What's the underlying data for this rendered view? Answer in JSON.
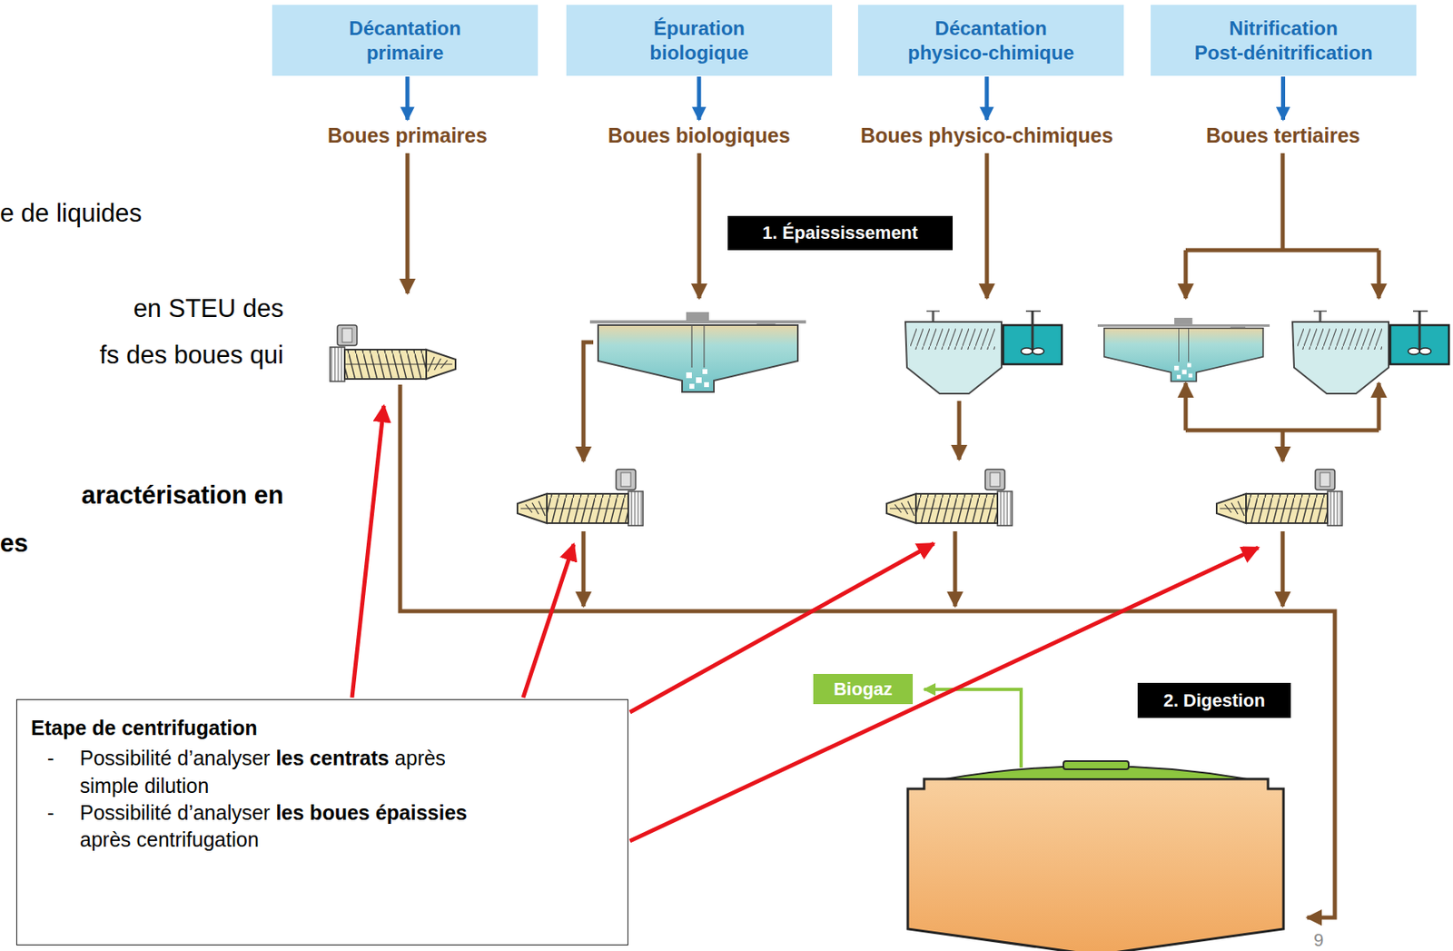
{
  "diagram": {
    "nodes": [
      {
        "text": [
          "Décantation primaire"
        ]
      },
      {
        "text": [
          "Épuration biologique"
        ]
      },
      {
        "text": [
          "Décantation physico-chimique"
        ]
      },
      {
        "text": [
          "Nitrification Post-dénitrification"
        ]
      },
      {
        "text": [
          "Boues primaires"
        ]
      },
      {
        "text": [
          "Boues biologiques"
        ]
      },
      {
        "text": [
          "Boues physico-chimiques"
        ]
      },
      {
        "text": [
          "Boues tertiaires"
        ]
      },
      {
        "text": [
          "1. Épaississement"
        ]
      },
      {
        "text": [
          "Biogaz"
        ]
      },
      {
        "text": [
          "2. Digestion"
        ]
      },
      {
        "text": [
          "Etape de centrifugation",
          "-",
          "Possibilité d’analyser",
          "les centrats",
          "après simple dilution",
          "-",
          "Possibilité d’analyser",
          "les boues épaissies",
          "après centrifugation"
        ]
      }
    ],
    "edges": [
      {
        "from": 0,
        "to": 4,
        "arrow": "to"
      },
      {
        "from": 1,
        "to": 5,
        "arrow": "to"
      },
      {
        "from": 2,
        "to": 6,
        "arrow": "to"
      },
      {
        "from": 3,
        "to": 7,
        "arrow": "to"
      }
    ],
    "labels": [
      "e de liquides",
      "en STEU des",
      "fs des boues qui",
      "aractérisation en",
      "es",
      "9"
    ]
  }
}
